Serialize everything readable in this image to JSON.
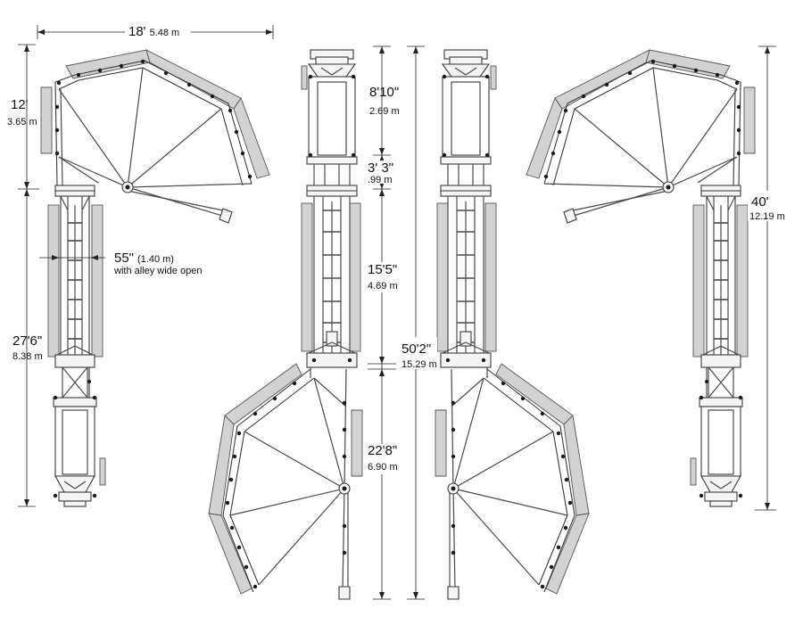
{
  "dimensions": {
    "top_width": {
      "imperial": "18'",
      "metric": "5.48 m"
    },
    "left_upper": {
      "imperial": "12'",
      "metric": "3.65 m"
    },
    "left_lower": {
      "imperial": "27'6\"",
      "metric": "8.38 m"
    },
    "alley_width": {
      "imperial": "55\"",
      "metric": "(1.40 m)",
      "note": "with alley wide open"
    },
    "segment_1": {
      "imperial": "8'10\"",
      "metric": "2.69 m"
    },
    "segment_2": {
      "imperial": "3' 3\"",
      "metric": ".99 m"
    },
    "segment_3": {
      "imperial": "15'5\"",
      "metric": "4.69 m"
    },
    "segment_4": {
      "imperial": "22'8\"",
      "metric": "6.90 m"
    },
    "overall": {
      "imperial": "50'2\"",
      "metric": "15.29 m"
    },
    "right_height": {
      "imperial": "40'",
      "metric": "12.19 m"
    }
  },
  "colors": {
    "line": "#3a3a3a",
    "panel": "#d2d2d2",
    "dot": "#1a1a1a"
  }
}
